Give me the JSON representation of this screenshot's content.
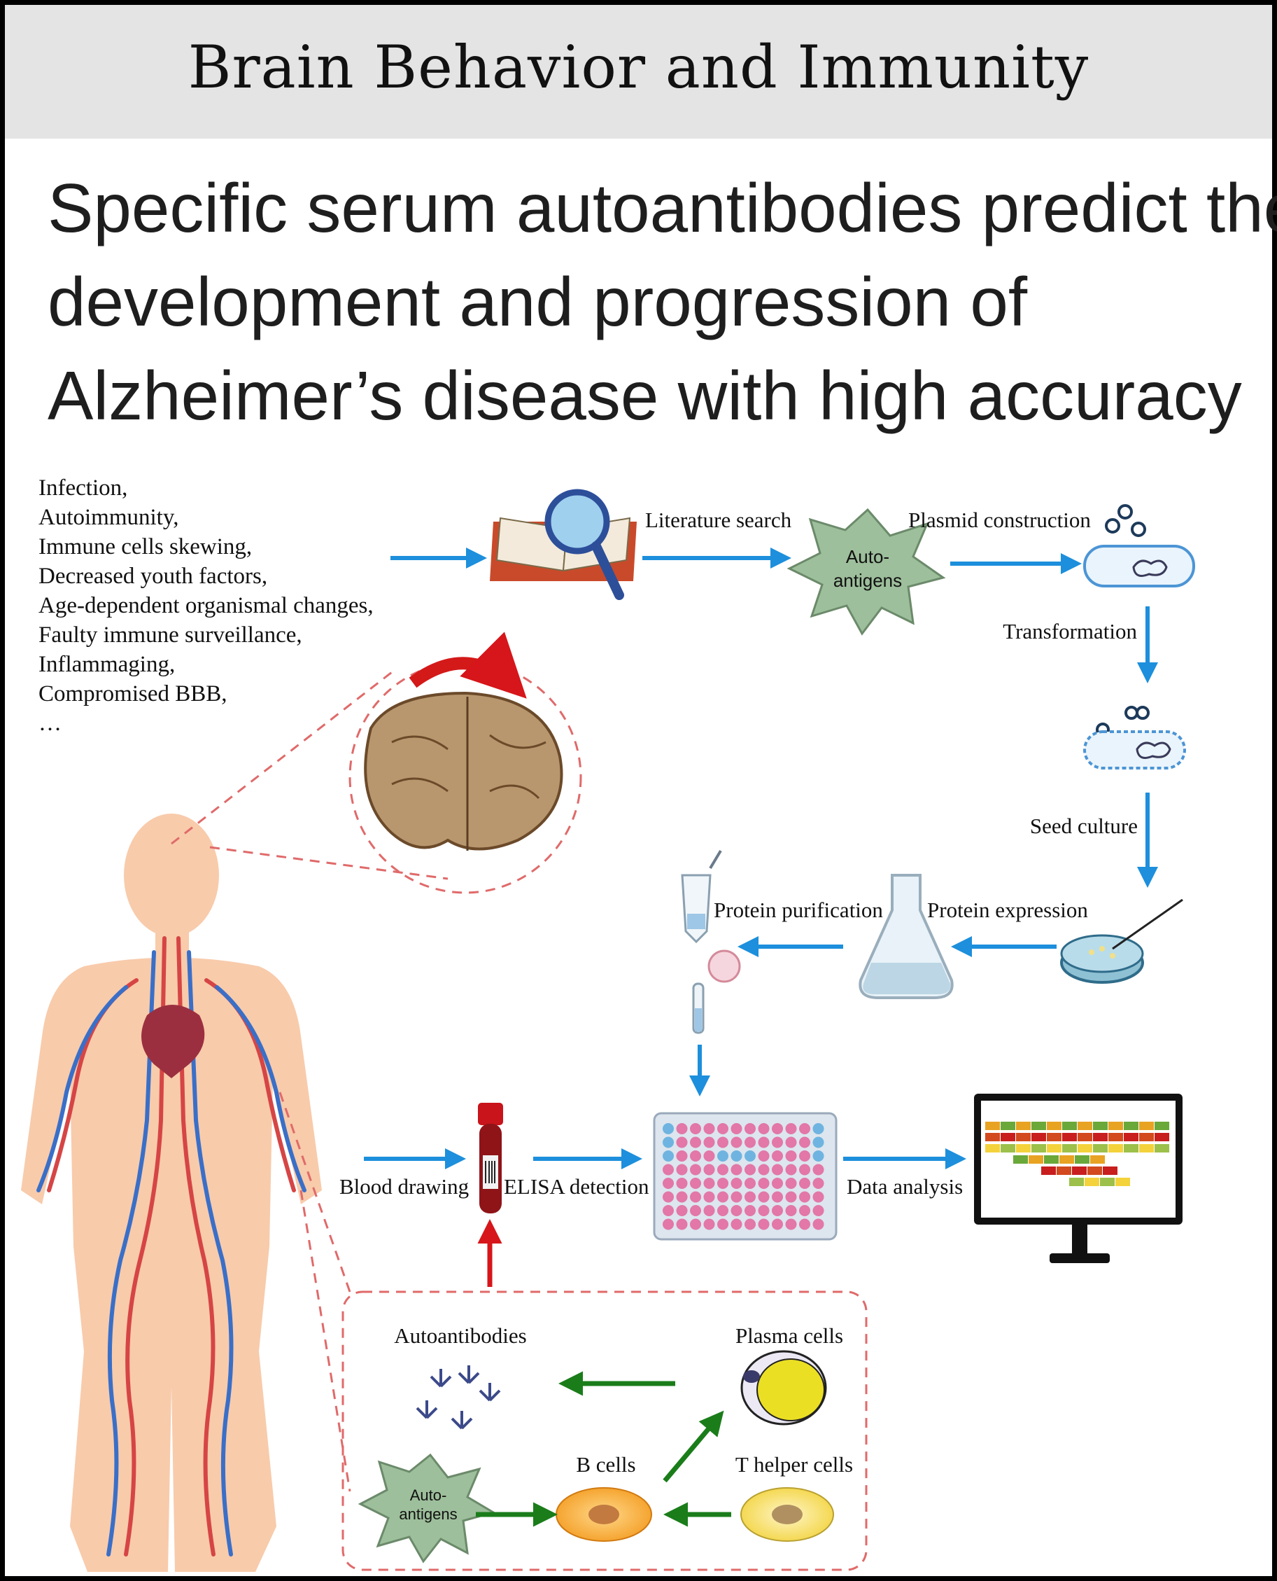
{
  "journal": {
    "name": "Brain Behavior and Immunity"
  },
  "paper": {
    "title_lines": [
      "Specific serum autoantibodies predict the",
      "development and progression of",
      "Alzheimer’s disease with high accuracy"
    ]
  },
  "risk_factors": [
    "Infection,",
    "Autoimmunity,",
    "Immune cells skewing,",
    "Decreased youth factors,",
    "Age-dependent organismal changes,",
    "Faulty immune surveillance,",
    "Inflammaging,",
    "Compromised BBB,",
    "…"
  ],
  "workflow": {
    "literature_search": "Literature search",
    "autoantigen_top_line1": "Auto-",
    "autoantigen_top_line2": "antigens",
    "plasmid_construction": "Plasmid construction",
    "transformation": "Transformation",
    "seed_culture": "Seed culture",
    "protein_expression": "Protein expression",
    "protein_purification": "Protein purification",
    "blood_drawing": "Blood drawing",
    "elisa_detection": "ELISA detection",
    "data_analysis": "Data analysis"
  },
  "immune_panel": {
    "autoantibodies": "Autoantibodies",
    "plasma_cells": "Plasma cells",
    "b_cells": "B cells",
    "t_helper_cells": "T helper cells",
    "autoantigen_line1": "Auto-",
    "autoantigen_line2": "antigens"
  },
  "colors": {
    "flow_arrow": "#1d8fdc",
    "immune_arrow": "#1a7d1a",
    "blood_arrow": "#d6161a",
    "dashed_outline": "#e06a6a",
    "autoantigen_fill": "#9dbf9b",
    "title_bar": "#e4e4e4"
  },
  "icons": [
    "book-magnifier-icon",
    "plasmid-icon",
    "bacterium-icon",
    "petri-dish-icon",
    "flask-icon",
    "purification-column-icon",
    "blood-tube-icon",
    "elisa-plate-icon",
    "monitor-heatmap-icon",
    "antibody-icon",
    "human-body-icon",
    "brain-icon"
  ]
}
